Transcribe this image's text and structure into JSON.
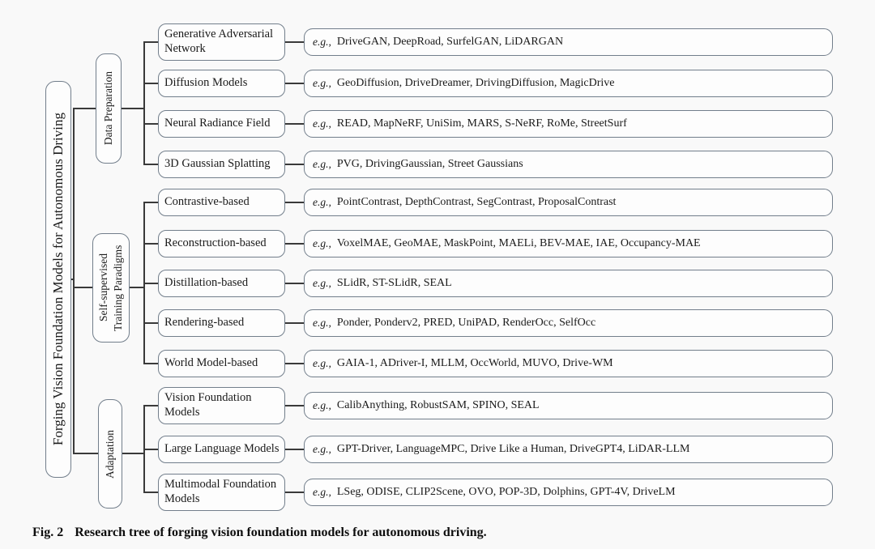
{
  "figure": {
    "root": "Forging Vision Foundation Models for Autonomous Driving",
    "eg_prefix": "e.g.,",
    "sections": [
      {
        "label": "Data Preparation",
        "children": [
          {
            "label": "Generative Adversarial Network",
            "examples": "DriveGAN, DeepRoad, SurfelGAN, LiDARGAN"
          },
          {
            "label": "Diffusion Models",
            "examples": "GeoDiffusion, DriveDreamer, DrivingDiffusion, MagicDrive"
          },
          {
            "label": "Neural Radiance Field",
            "examples": "READ, MapNeRF, UniSim, MARS, S-NeRF, RoMe, StreetSurf"
          },
          {
            "label": "3D Gaussian Splatting",
            "examples": "PVG, DrivingGaussian, Street Gaussians"
          }
        ]
      },
      {
        "label": "Self-supervised Training Paradigms",
        "children": [
          {
            "label": "Contrastive-based",
            "examples": "PointContrast, DepthContrast, SegContrast, ProposalContrast"
          },
          {
            "label": "Reconstruction-based",
            "examples": "VoxelMAE, GeoMAE, MaskPoint, MAELi, BEV-MAE, IAE, Occupancy-MAE"
          },
          {
            "label": "Distillation-based",
            "examples": "SLidR, ST-SLidR, SEAL"
          },
          {
            "label": "Rendering-based",
            "examples": "Ponder, Ponderv2, PRED, UniPAD, RenderOcc, SelfOcc"
          },
          {
            "label": "World Model-based",
            "examples": "GAIA-1, ADriver-I, MLLM, OccWorld, MUVO, Drive-WM"
          }
        ]
      },
      {
        "label": "Adaptation",
        "children": [
          {
            "label": "Vision Foundation Models",
            "examples": "CalibAnything, RobustSAM, SPINO, SEAL"
          },
          {
            "label": "Large Language Models",
            "examples": "GPT-Driver, LanguageMPC, Drive Like a Human, DriveGPT4, LiDAR-LLM"
          },
          {
            "label": "Multimodal Foundation Models",
            "examples": "LSeg, ODISE, CLIP2Scene, OVO, POP-3D, Dolphins, GPT-4V, DriveLM"
          }
        ]
      }
    ],
    "caption": {
      "tag": "Fig. 2",
      "text": "Research tree of forging vision foundation models for autonomous driving."
    },
    "colors": {
      "line": "#3a3a3a",
      "border": "#727e8b",
      "box_fill": "#fdfdfd",
      "background": "#f9f9f9"
    }
  }
}
